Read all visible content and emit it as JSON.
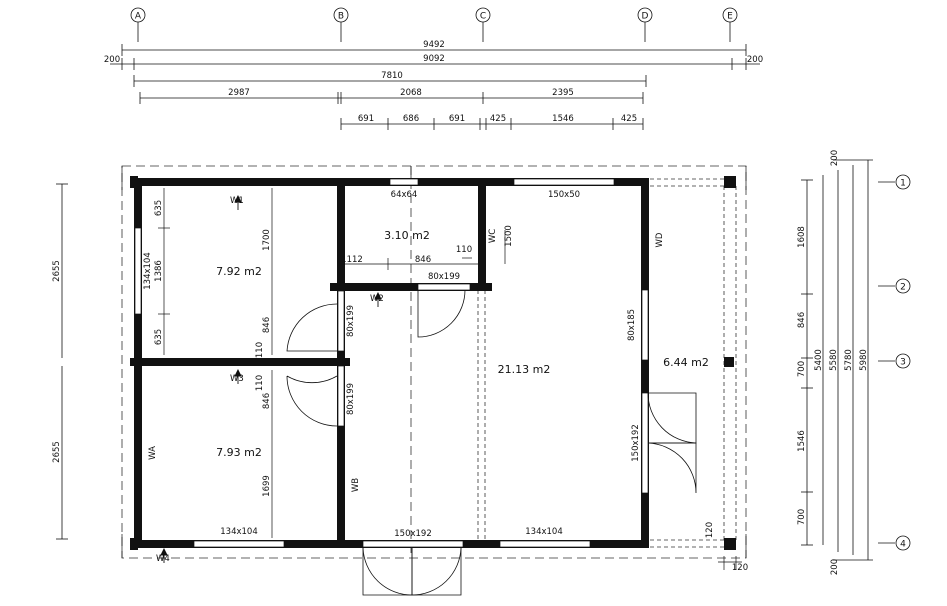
{
  "axes": {
    "columns": [
      "A",
      "B",
      "C",
      "D",
      "E"
    ],
    "rows": [
      "1",
      "2",
      "3",
      "4"
    ]
  },
  "dims_top": {
    "overall": "9492",
    "left_overhang": "200",
    "inner": "9092",
    "right_overhang": "200",
    "axis_span": "7810",
    "bay_ab": "2987",
    "bay_bc": "2068",
    "bay_cd": "2395",
    "b_1": "691",
    "b_2": "686",
    "b_3": "691",
    "c_1": "425",
    "c_2": "1546",
    "c_3": "425"
  },
  "dims_left": {
    "upper": "2655",
    "lower": "2655"
  },
  "dims_right": {
    "top_overhang": "200",
    "d1": "1608",
    "d2": "846",
    "d3": "700",
    "d4": "1546",
    "d5": "700",
    "bottom_overhang": "200",
    "span_5400": "5400",
    "span_5580": "5580",
    "span_5780": "5780",
    "span_5980": "5980"
  },
  "rooms": {
    "room_tl": "7.92 m2",
    "room_bl": "7.93 m2",
    "room_wc": "3.10 m2",
    "room_main": "21.13 m2",
    "room_terrace": "6.44 m2"
  },
  "openings": {
    "win_tl": "134x104",
    "win_top_mid": "64x64",
    "win_top_right": "150x50",
    "door_wc": "80x199",
    "door_r1": "80x199",
    "door_r2": "80x199",
    "win_bl": "134x104",
    "door_entry": "150x192",
    "win_bottom": "134x104",
    "win_right": "80x185",
    "door_terrace": "150x192"
  },
  "walls": {
    "w1": "W1",
    "w2": "W2",
    "w3": "W3",
    "w4": "W4",
    "wa": "WA",
    "wb": "WB",
    "wc": "WC",
    "wd": "WD"
  },
  "inner_dims": {
    "tl_635": "635",
    "tl_1386": "1386",
    "tl_635b": "635",
    "tl_1700": "1700",
    "tl_846": "846",
    "tl_110": "110",
    "bl_110": "110",
    "bl_846": "846",
    "bl_1699": "1699",
    "wc_1112": "1112",
    "wc_846": "846",
    "wc_110": "110",
    "wc_1500": "1500",
    "r_120a": "120",
    "r_120b": "120"
  }
}
